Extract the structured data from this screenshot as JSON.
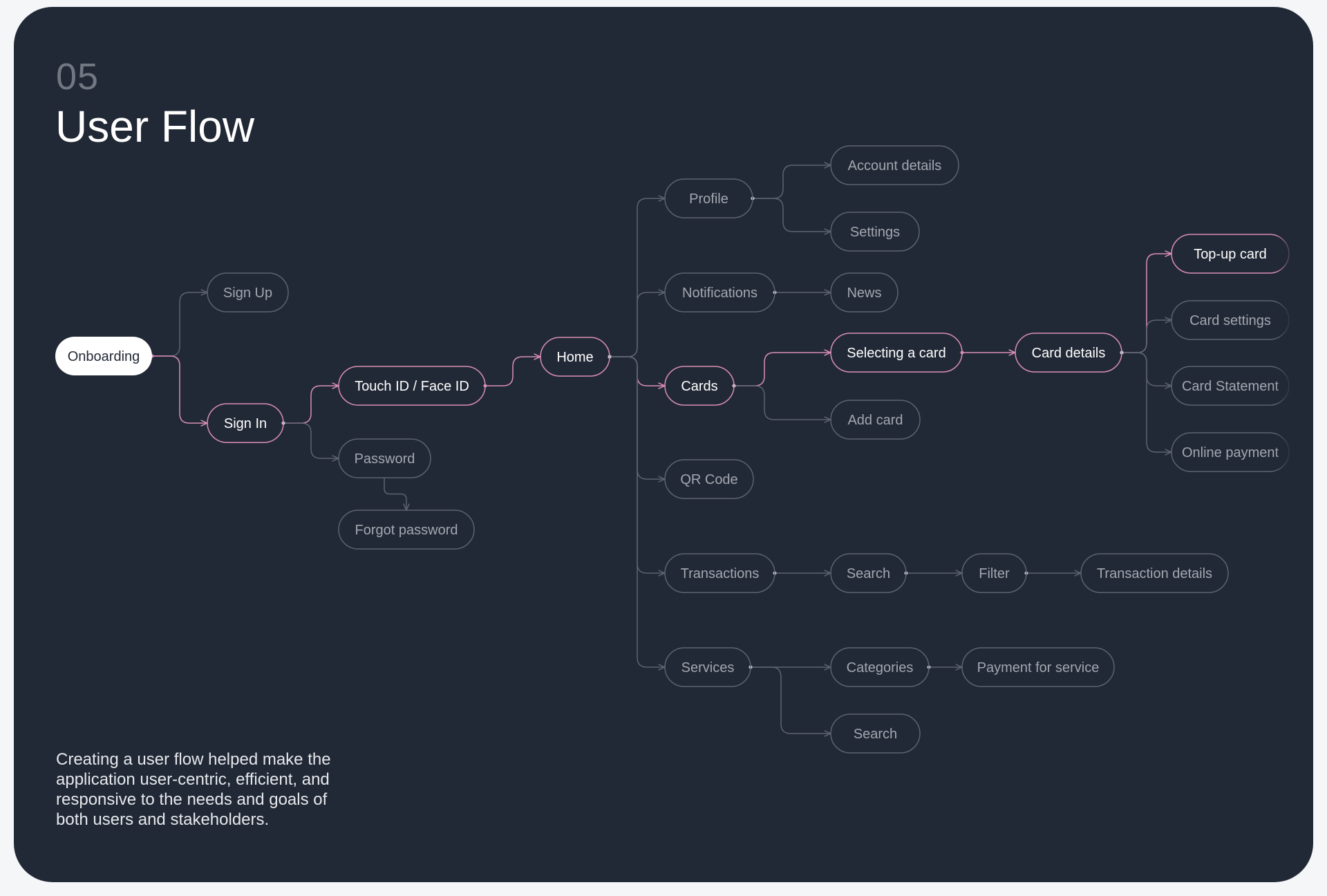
{
  "header": {
    "number": "05",
    "title": "User Flow"
  },
  "description": "Creating a user flow helped make the application user-centric, efficient, and responsive to the needs and goals of both users and stakeholders.",
  "colors": {
    "background": "#222936",
    "page": "#f4f6f8",
    "accent": "#d98fb5",
    "line": "#5c6370",
    "node_border": "#5c6370",
    "node_text": "#a3a8b0",
    "active_text": "#ffffff",
    "root_fill": "#ffffff",
    "root_text": "#222936"
  },
  "nodes": [
    {
      "id": "onboarding",
      "label": "Onboarding",
      "style": "root"
    },
    {
      "id": "signup",
      "label": "Sign Up",
      "style": "normal"
    },
    {
      "id": "signin",
      "label": "Sign In",
      "style": "active"
    },
    {
      "id": "touchid",
      "label": "Touch ID / Face ID",
      "style": "active"
    },
    {
      "id": "password",
      "label": "Password",
      "style": "normal"
    },
    {
      "id": "forgot",
      "label": "Forgot password",
      "style": "normal"
    },
    {
      "id": "home",
      "label": "Home",
      "style": "active"
    },
    {
      "id": "profile",
      "label": "Profile",
      "style": "normal"
    },
    {
      "id": "account",
      "label": "Account details",
      "style": "normal"
    },
    {
      "id": "settings",
      "label": "Settings",
      "style": "normal"
    },
    {
      "id": "notifications",
      "label": "Notifications",
      "style": "normal"
    },
    {
      "id": "news",
      "label": "News",
      "style": "normal"
    },
    {
      "id": "cards",
      "label": "Cards",
      "style": "active"
    },
    {
      "id": "selecting",
      "label": "Selecting a card",
      "style": "active"
    },
    {
      "id": "addcard",
      "label": "Add card",
      "style": "normal"
    },
    {
      "id": "carddetails",
      "label": "Card details",
      "style": "active"
    },
    {
      "id": "topup",
      "label": "Top-up card",
      "style": "fade-active"
    },
    {
      "id": "cardsettings",
      "label": "Card settings",
      "style": "fade"
    },
    {
      "id": "statement",
      "label": "Card Statement",
      "style": "fade"
    },
    {
      "id": "online",
      "label": "Online payment",
      "style": "fade"
    },
    {
      "id": "qr",
      "label": "QR Code",
      "style": "normal"
    },
    {
      "id": "transactions",
      "label": "Transactions",
      "style": "normal"
    },
    {
      "id": "tsearch",
      "label": "Search",
      "style": "normal"
    },
    {
      "id": "filter",
      "label": "Filter",
      "style": "normal"
    },
    {
      "id": "tdetails",
      "label": "Transaction details",
      "style": "normal"
    },
    {
      "id": "services",
      "label": "Services",
      "style": "normal"
    },
    {
      "id": "categories",
      "label": "Categories",
      "style": "normal"
    },
    {
      "id": "payment",
      "label": "Payment for service",
      "style": "normal"
    },
    {
      "id": "ssearch",
      "label": "Search",
      "style": "normal"
    }
  ],
  "edges": [
    {
      "from": "onboarding",
      "to": "signup",
      "accent": false
    },
    {
      "from": "onboarding",
      "to": "signin",
      "accent": true
    },
    {
      "from": "signin",
      "to": "touchid",
      "accent": true
    },
    {
      "from": "signin",
      "to": "password",
      "accent": false
    },
    {
      "from": "password",
      "to": "forgot",
      "accent": false
    },
    {
      "from": "touchid",
      "to": "home",
      "accent": true
    },
    {
      "from": "home",
      "to": "profile",
      "accent": false
    },
    {
      "from": "home",
      "to": "notifications",
      "accent": false
    },
    {
      "from": "home",
      "to": "cards",
      "accent": true
    },
    {
      "from": "home",
      "to": "qr",
      "accent": false
    },
    {
      "from": "home",
      "to": "transactions",
      "accent": false
    },
    {
      "from": "home",
      "to": "services",
      "accent": false
    },
    {
      "from": "profile",
      "to": "account",
      "accent": false
    },
    {
      "from": "profile",
      "to": "settings",
      "accent": false
    },
    {
      "from": "notifications",
      "to": "news",
      "accent": false
    },
    {
      "from": "cards",
      "to": "selecting",
      "accent": true
    },
    {
      "from": "cards",
      "to": "addcard",
      "accent": false
    },
    {
      "from": "selecting",
      "to": "carddetails",
      "accent": true
    },
    {
      "from": "carddetails",
      "to": "topup",
      "accent": true
    },
    {
      "from": "carddetails",
      "to": "cardsettings",
      "accent": false
    },
    {
      "from": "carddetails",
      "to": "statement",
      "accent": false
    },
    {
      "from": "carddetails",
      "to": "online",
      "accent": false
    },
    {
      "from": "transactions",
      "to": "tsearch",
      "accent": false
    },
    {
      "from": "tsearch",
      "to": "filter",
      "accent": false
    },
    {
      "from": "filter",
      "to": "tdetails",
      "accent": false
    },
    {
      "from": "services",
      "to": "categories",
      "accent": false
    },
    {
      "from": "services",
      "to": "ssearch",
      "accent": false
    },
    {
      "from": "categories",
      "to": "payment",
      "accent": false
    }
  ]
}
